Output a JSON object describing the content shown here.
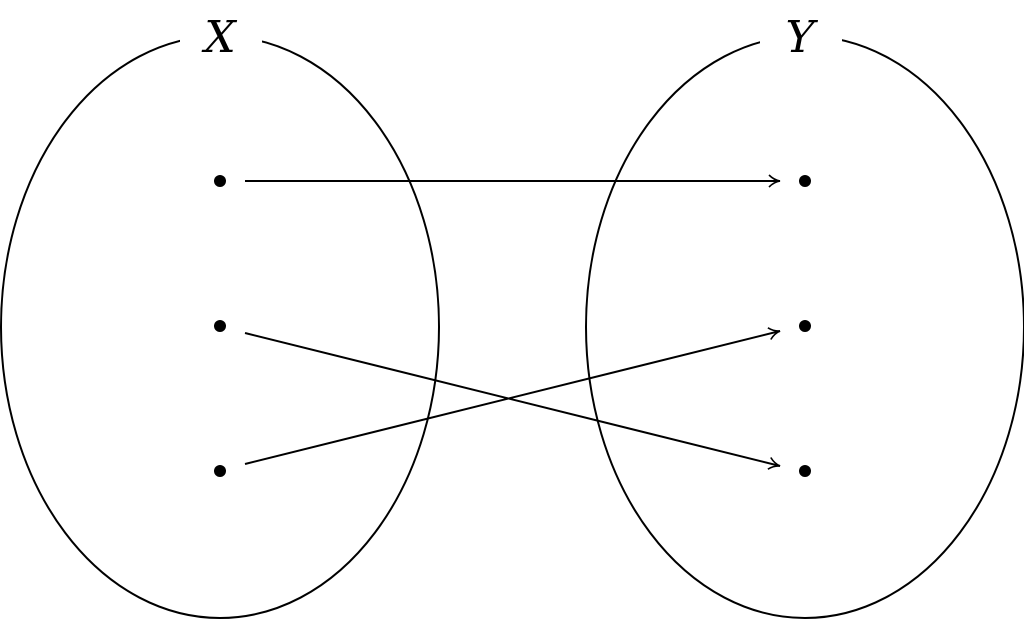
{
  "sets": [
    {
      "label": "X",
      "elements": 3
    },
    {
      "label": "Y",
      "elements": 3
    }
  ],
  "mapping": [
    {
      "from": 1,
      "to": 1
    },
    {
      "from": 2,
      "to": 3
    },
    {
      "from": 3,
      "to": 2
    }
  ],
  "colors": {
    "stroke": "#000000",
    "background": "#ffffff"
  }
}
